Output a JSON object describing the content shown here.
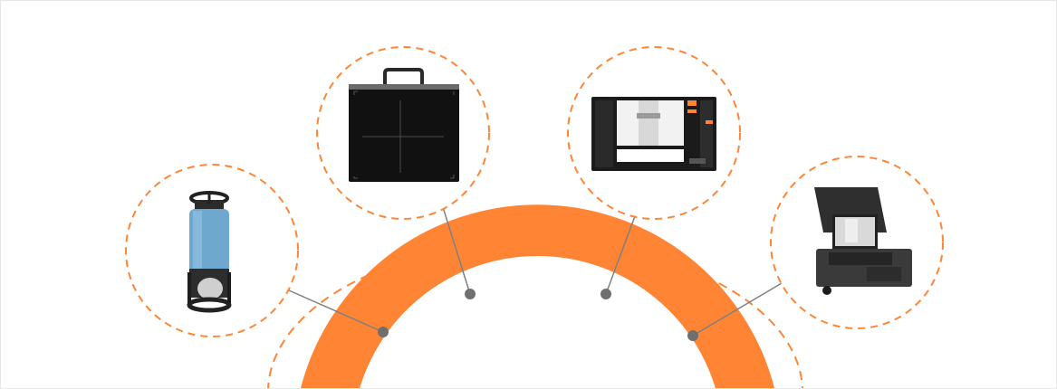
{
  "colors": {
    "accent": "#ff8534",
    "connector": "#7f7f7f",
    "dot": "#6f6f6f",
    "frame_border": "#e6e6e6"
  },
  "items": [
    {
      "name": "x-ray-generator",
      "icon": "x-ray-tube-icon"
    },
    {
      "name": "flat-panel-detector",
      "icon": "detector-panel-icon"
    },
    {
      "name": "imaging-software",
      "icon": "software-screen-icon"
    },
    {
      "name": "portable-workstation-case",
      "icon": "rugged-case-laptop-icon"
    }
  ]
}
